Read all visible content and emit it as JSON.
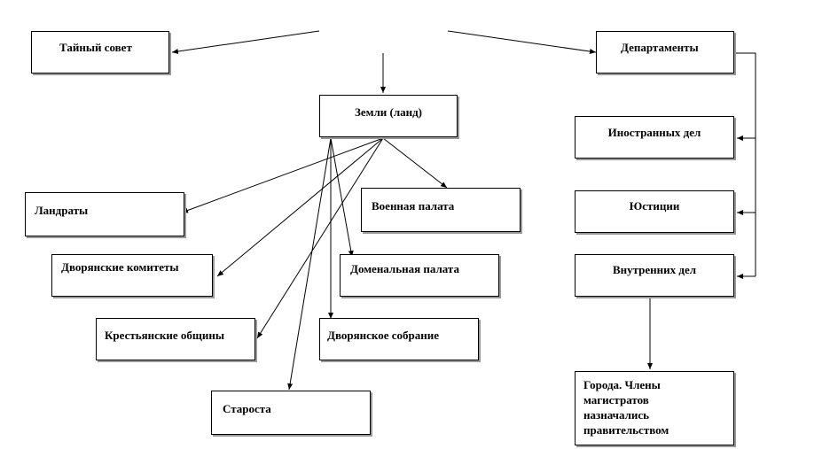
{
  "nodes": {
    "privy_council": "Тайный совет",
    "departments": "Департаменты",
    "lands": "Земли (ланд)",
    "foreign_affairs": "Иностранных дел",
    "justice": "Юстиции",
    "internal_affairs": "Внутренних дел",
    "landrats": "Ландраты",
    "military_chamber": "Военная палата",
    "noble_committees": "Дворянские комитеты",
    "domain_chamber": "Доменальная палата",
    "peasant_communities": "Крестьянские общины",
    "noble_assembly": "Дворянское собрание",
    "starosta": "Староста",
    "towns": "Города. Члены магистратов назначались правительством"
  },
  "colors": {
    "line": "#000000",
    "shadow": "#9a9a9a",
    "background": "#ffffff"
  }
}
